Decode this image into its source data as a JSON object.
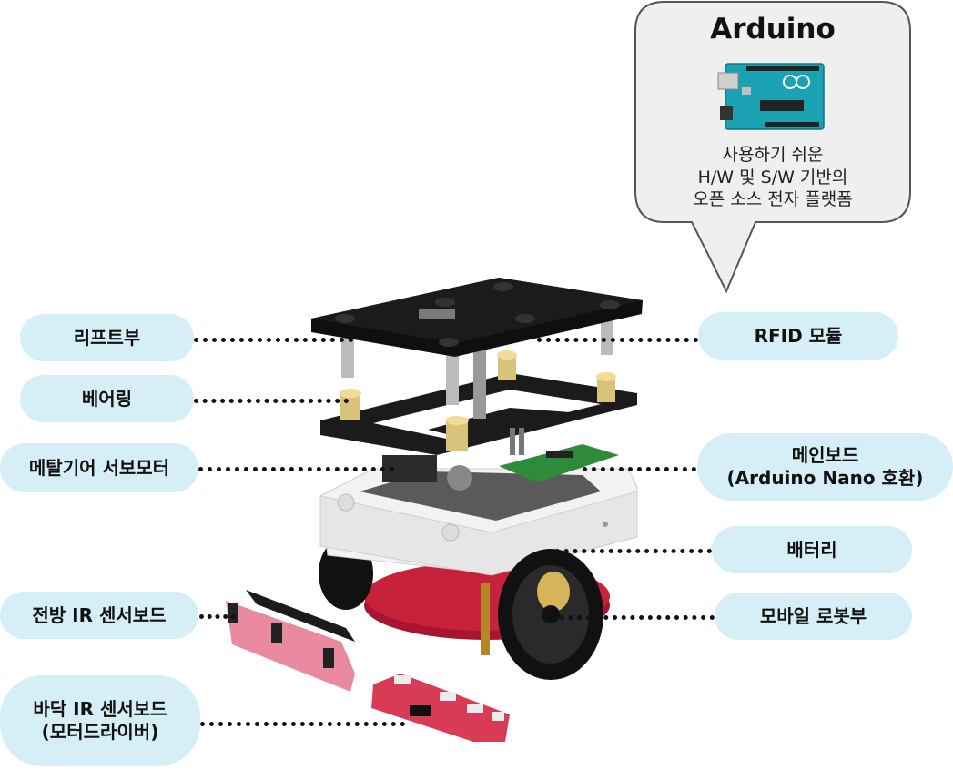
{
  "callout": {
    "title": "Arduino",
    "lines": [
      "사용하기 쉬운",
      "H/W 및 S/W 기반의",
      "오픈 소스 전자 플랫폼"
    ]
  },
  "left_labels": {
    "lift": "리프트부",
    "bearing": "베어링",
    "servo": "메탈기어 서보모터",
    "front_ir": "전방 IR 센서보드",
    "bottom_ir_1": "바닥 IR 센서보드",
    "bottom_ir_2": "(모터드라이버)"
  },
  "right_labels": {
    "rfid": "RFID 모듈",
    "main_1": "메인보드",
    "main_2": "(Arduino Nano 호환)",
    "battery": "배터리",
    "mobile": "모바일 로봇부"
  },
  "colors": {
    "label_bg": "#d6eff7",
    "plate": "#1b1b1b",
    "body_white": "#f2f2f2",
    "base_red": "#c8213c",
    "pcb_green": "#2e8b3a",
    "pcb_pink": "#e98aa0",
    "arduino_teal": "#1aa2b2"
  }
}
